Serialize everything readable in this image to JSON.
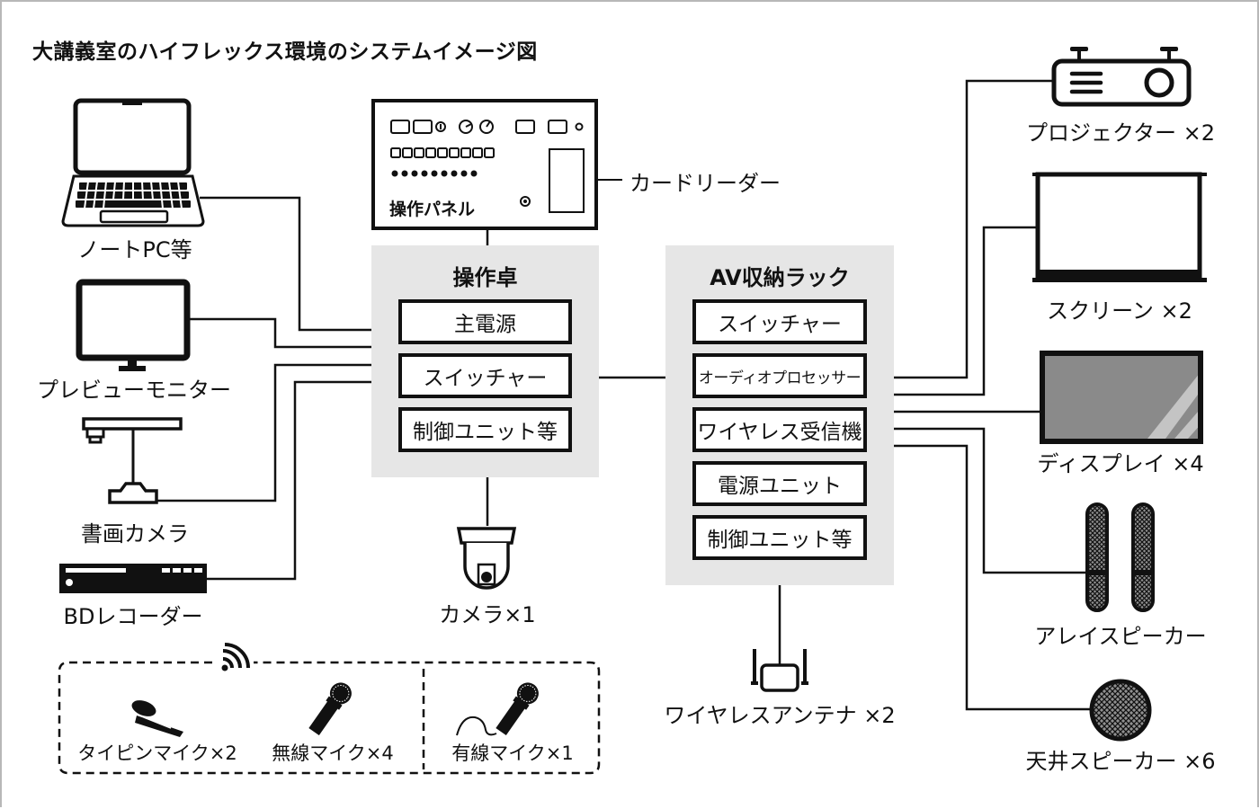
{
  "title": "大講義室のハイフレックス環境のシステムイメージ図",
  "control_panel": {
    "label": "操作パネル",
    "card_reader_label": "カードリーダー"
  },
  "console": {
    "title": "操作卓",
    "units": [
      "主電源",
      "スイッチャー",
      "制御ユニット等"
    ]
  },
  "av_rack": {
    "title": "AV収納ラック",
    "units": [
      "スイッチャー",
      "オーディオプロセッサー",
      "ワイヤレス受信機",
      "電源ユニット",
      "制御ユニット等"
    ]
  },
  "left_devices": [
    {
      "id": "laptop",
      "label": "ノートPC等",
      "icon": "laptop-icon"
    },
    {
      "id": "monitor",
      "label": "プレビューモニター",
      "icon": "monitor-icon"
    },
    {
      "id": "document-camera",
      "label": "書画カメラ",
      "icon": "document-camera-icon"
    },
    {
      "id": "bd-recorder",
      "label": "BDレコーダー",
      "icon": "bd-recorder-icon"
    }
  ],
  "camera": {
    "label": "カメラ×1",
    "icon": "ptz-camera-icon"
  },
  "antenna": {
    "label": "ワイヤレスアンテナ ×2",
    "icon": "wireless-antenna-icon"
  },
  "right_devices": [
    {
      "id": "projector",
      "label": "プロジェクター ×2",
      "icon": "projector-icon"
    },
    {
      "id": "screen",
      "label": "スクリーン ×2",
      "icon": "screen-icon"
    },
    {
      "id": "display",
      "label": "ディスプレイ ×4",
      "icon": "display-icon"
    },
    {
      "id": "array-speaker",
      "label": "アレイスピーカー",
      "icon": "array-speaker-icon"
    },
    {
      "id": "ceiling-speaker",
      "label": "天井スピーカー ×6",
      "icon": "ceiling-speaker-icon"
    }
  ],
  "microphones": {
    "wireless_icon": "wireless-signal-icon",
    "items": [
      {
        "label": "タイピンマイク×2",
        "icon": "lavalier-mic-icon"
      },
      {
        "label": "無線マイク×4",
        "icon": "wireless-mic-icon"
      },
      {
        "label": "有線マイク×1",
        "icon": "wired-mic-icon"
      }
    ]
  }
}
